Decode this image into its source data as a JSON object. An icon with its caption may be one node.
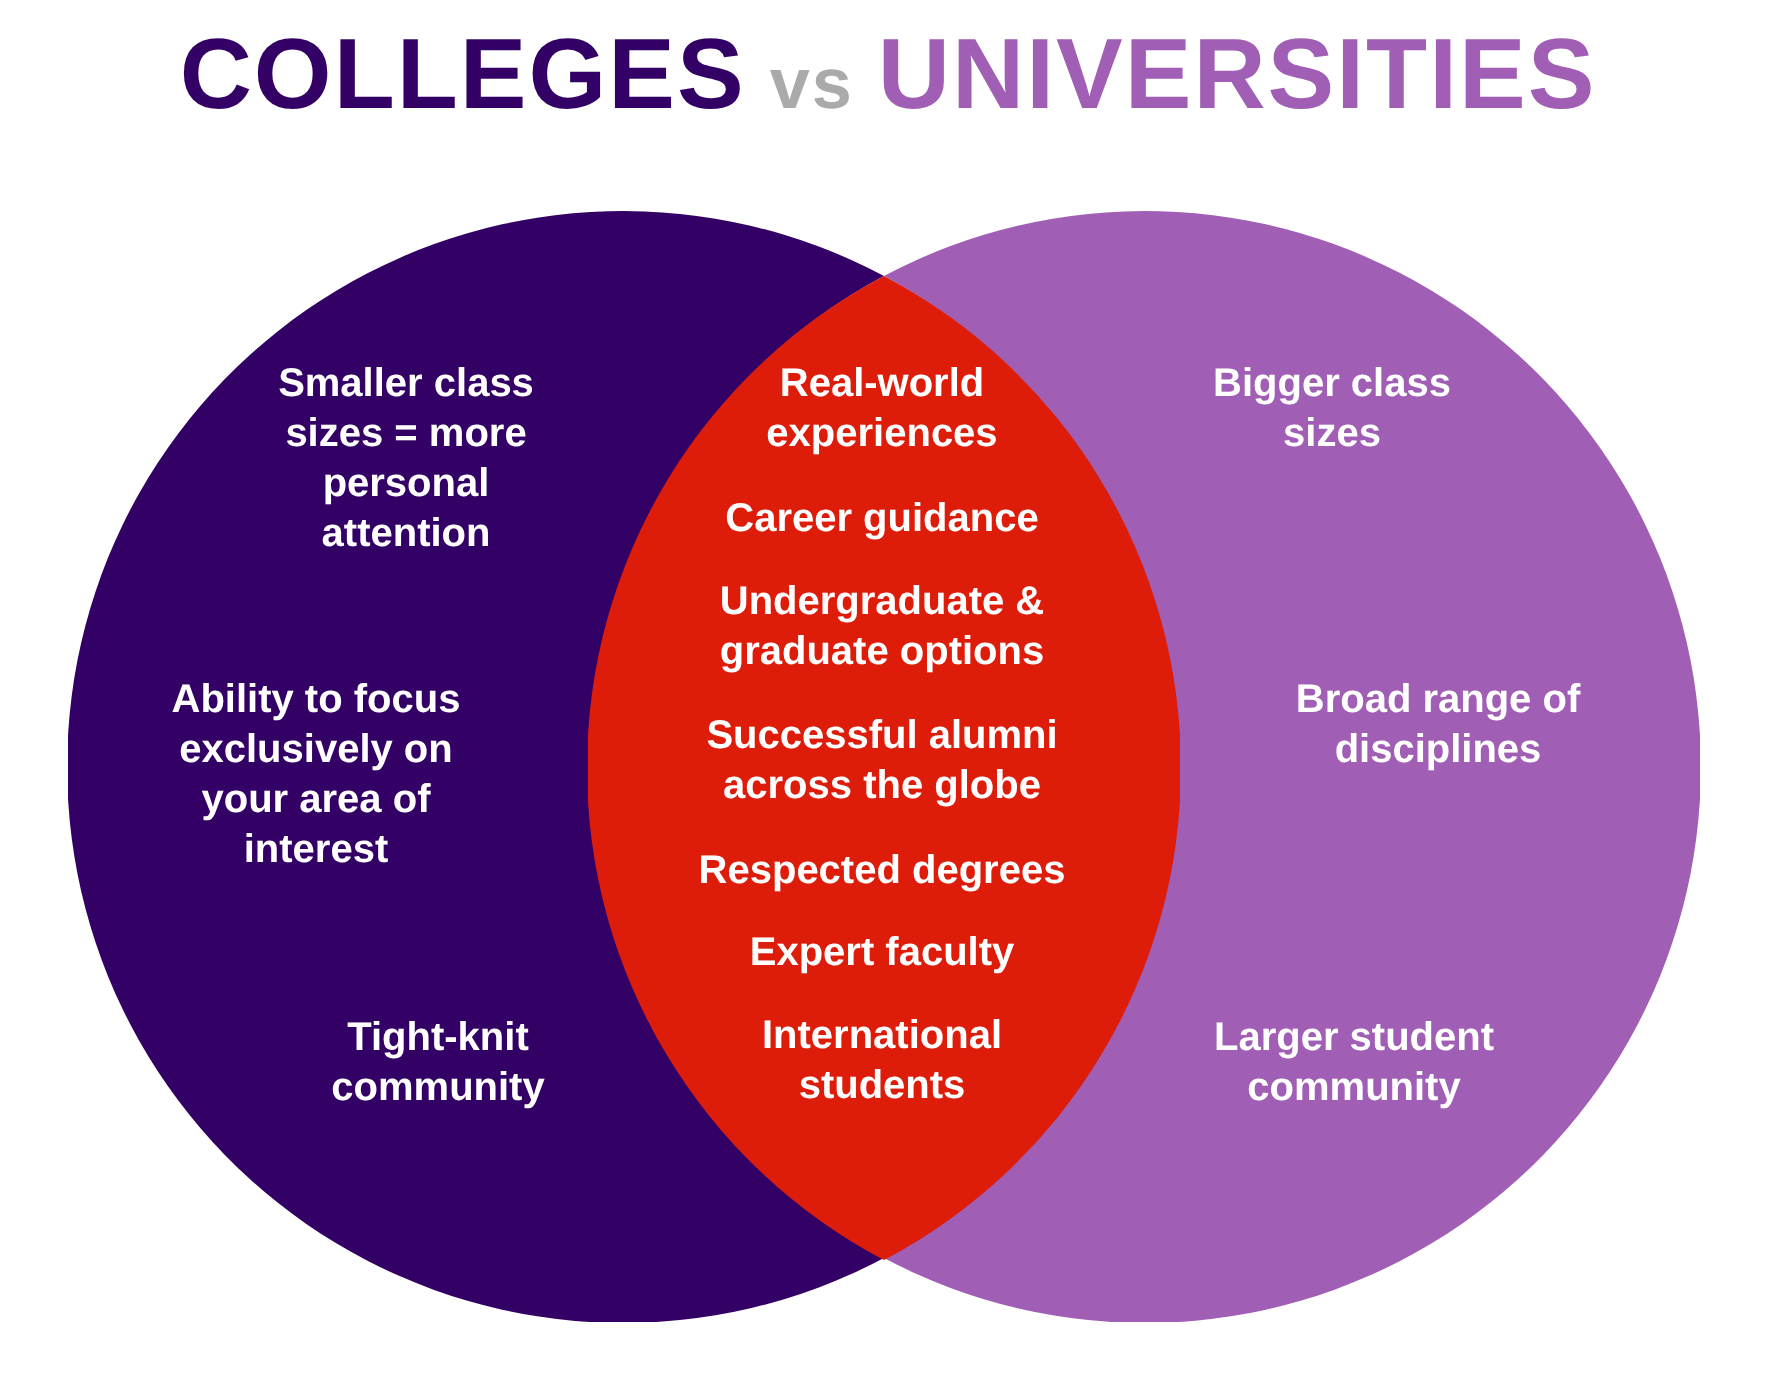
{
  "diagram": {
    "title": "COLLEGES vs UNIVERSITIES",
    "nodes": [
      {
        "text": [
          "Smaller class sizes = more personal attention",
          "Ability to focus exclusively on your area of interest",
          "Tight-knit community"
        ]
      },
      {
        "text": [
          "Bigger class sizes",
          "Broad range of disciplines",
          "Larger student community"
        ]
      },
      {
        "text": [
          "Real-world experiences",
          "Career guidance",
          "Undergraduate & graduate options",
          "Successful alumni across the globe",
          "Respected degrees",
          "Expert faculty",
          "International students"
        ]
      }
    ],
    "edges": []
  }
}
